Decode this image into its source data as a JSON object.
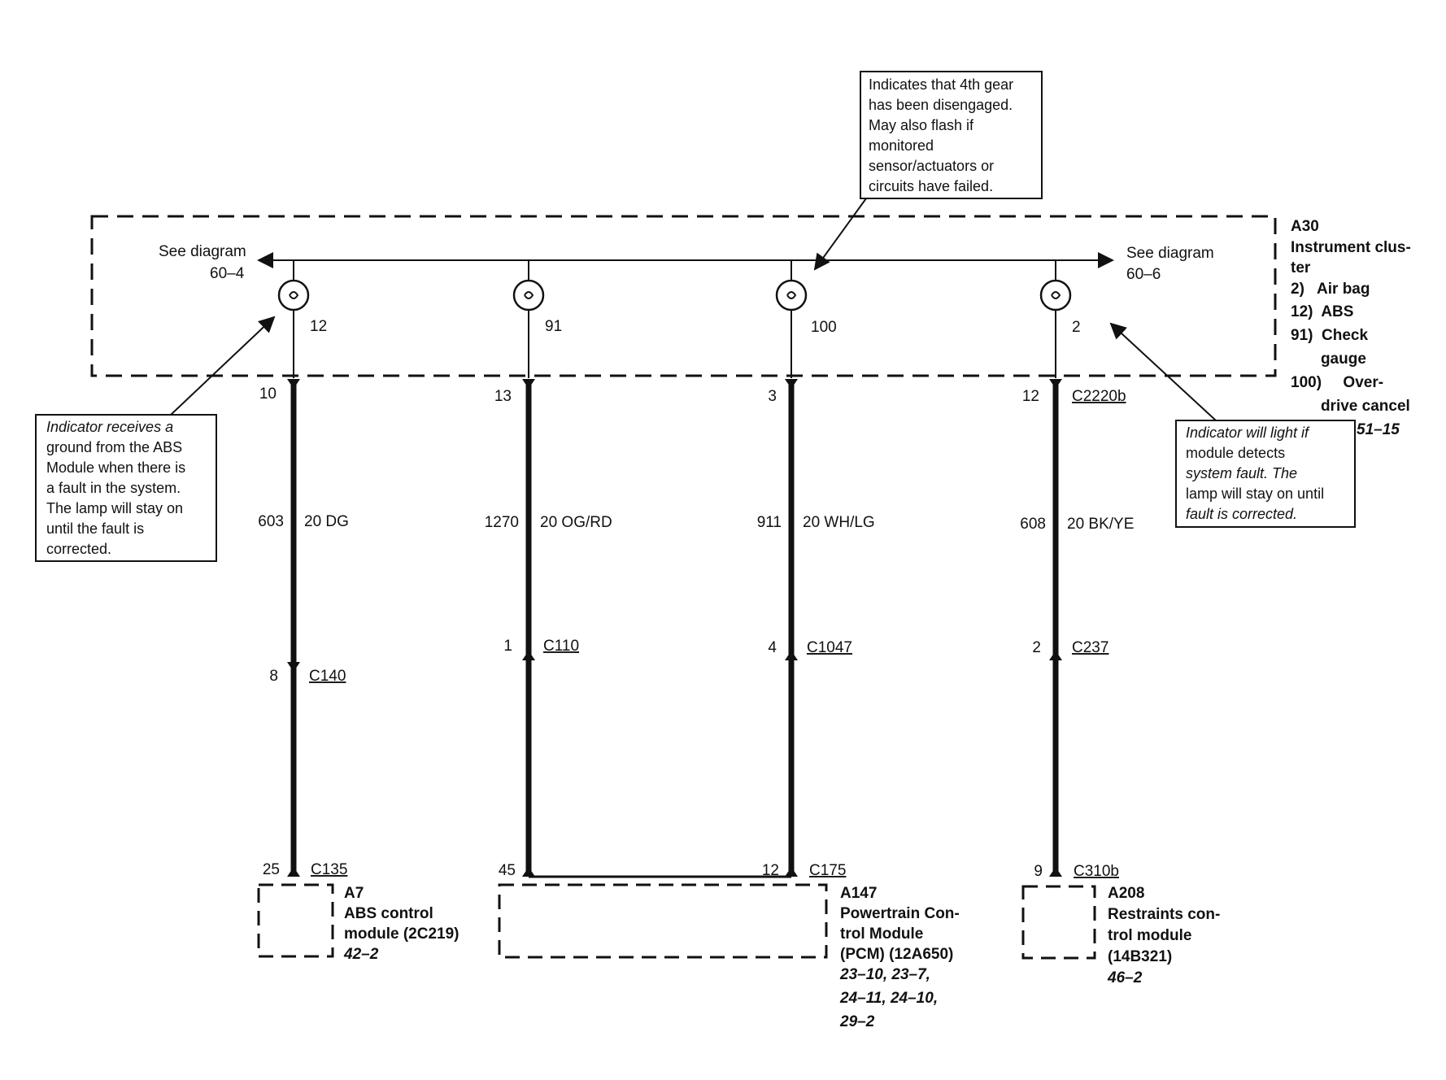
{
  "cluster": {
    "ref_id": "A30",
    "name_lines": [
      "Instrument clus-",
      "ter"
    ],
    "legend": [
      "2)   Air bag",
      "12)  ABS",
      "91)  Check",
      "       gauge",
      "100)     Over-",
      "       drive cancel"
    ],
    "page_ref": "51–15"
  },
  "see_left": [
    "See diagram",
    "60–4"
  ],
  "see_right": [
    "See diagram",
    "60–6"
  ],
  "lamps": [
    {
      "num": "12"
    },
    {
      "num": "91"
    },
    {
      "num": "100"
    },
    {
      "num": "2"
    }
  ],
  "circuits": [
    {
      "top_pin": "10",
      "top_conn": "",
      "circuit": "603",
      "wire": "20 DG",
      "mid_pin": "8",
      "mid_conn": "C140",
      "bot_pin": "25",
      "bot_conn": "C135"
    },
    {
      "top_pin": "13",
      "top_conn": "",
      "circuit": "1270",
      "wire": "20 OG/RD",
      "mid_pin": "1",
      "mid_conn": "C110",
      "bot_pin": "45",
      "bot_conn": ""
    },
    {
      "top_pin": "3",
      "top_conn": "",
      "circuit": "911",
      "wire": "20 WH/LG",
      "mid_pin": "4",
      "mid_conn": "C1047",
      "bot_pin": "12",
      "bot_conn": "C175"
    },
    {
      "top_pin": "12",
      "top_conn": "C2220b",
      "circuit": "608",
      "wire": "20 BK/YE",
      "mid_pin": "2",
      "mid_conn": "C237",
      "bot_pin": "9",
      "bot_conn": "C310b"
    }
  ],
  "modules": [
    {
      "lines": [
        "A7",
        "ABS control",
        "module (2C219)"
      ],
      "ref": "42–2"
    },
    {
      "lines": [
        "A147",
        "Powertrain Con-",
        "trol Module",
        "(PCM) (12A650)"
      ],
      "ref_lines": [
        "23–10, 23–7,",
        "24–11, 24–10,",
        "29–2"
      ]
    },
    {
      "lines": [
        "A208",
        "Restraints con-",
        "trol module",
        "(14B321)"
      ],
      "ref": "46–2"
    }
  ],
  "callouts": {
    "top": [
      "Indicates that 4th gear",
      "has been disengaged.",
      "May also flash if",
      "monitored",
      "sensor/actuators or",
      "circuits have failed."
    ],
    "left": [
      "Indicator receives a",
      "ground from the ABS",
      "Module when there is",
      "a fault in the system.",
      "The lamp will stay on",
      "until the fault is",
      "corrected."
    ],
    "right": [
      "Indicator will light if",
      "module detects",
      "system fault.  The",
      "lamp will stay on until",
      "fault is corrected."
    ]
  }
}
